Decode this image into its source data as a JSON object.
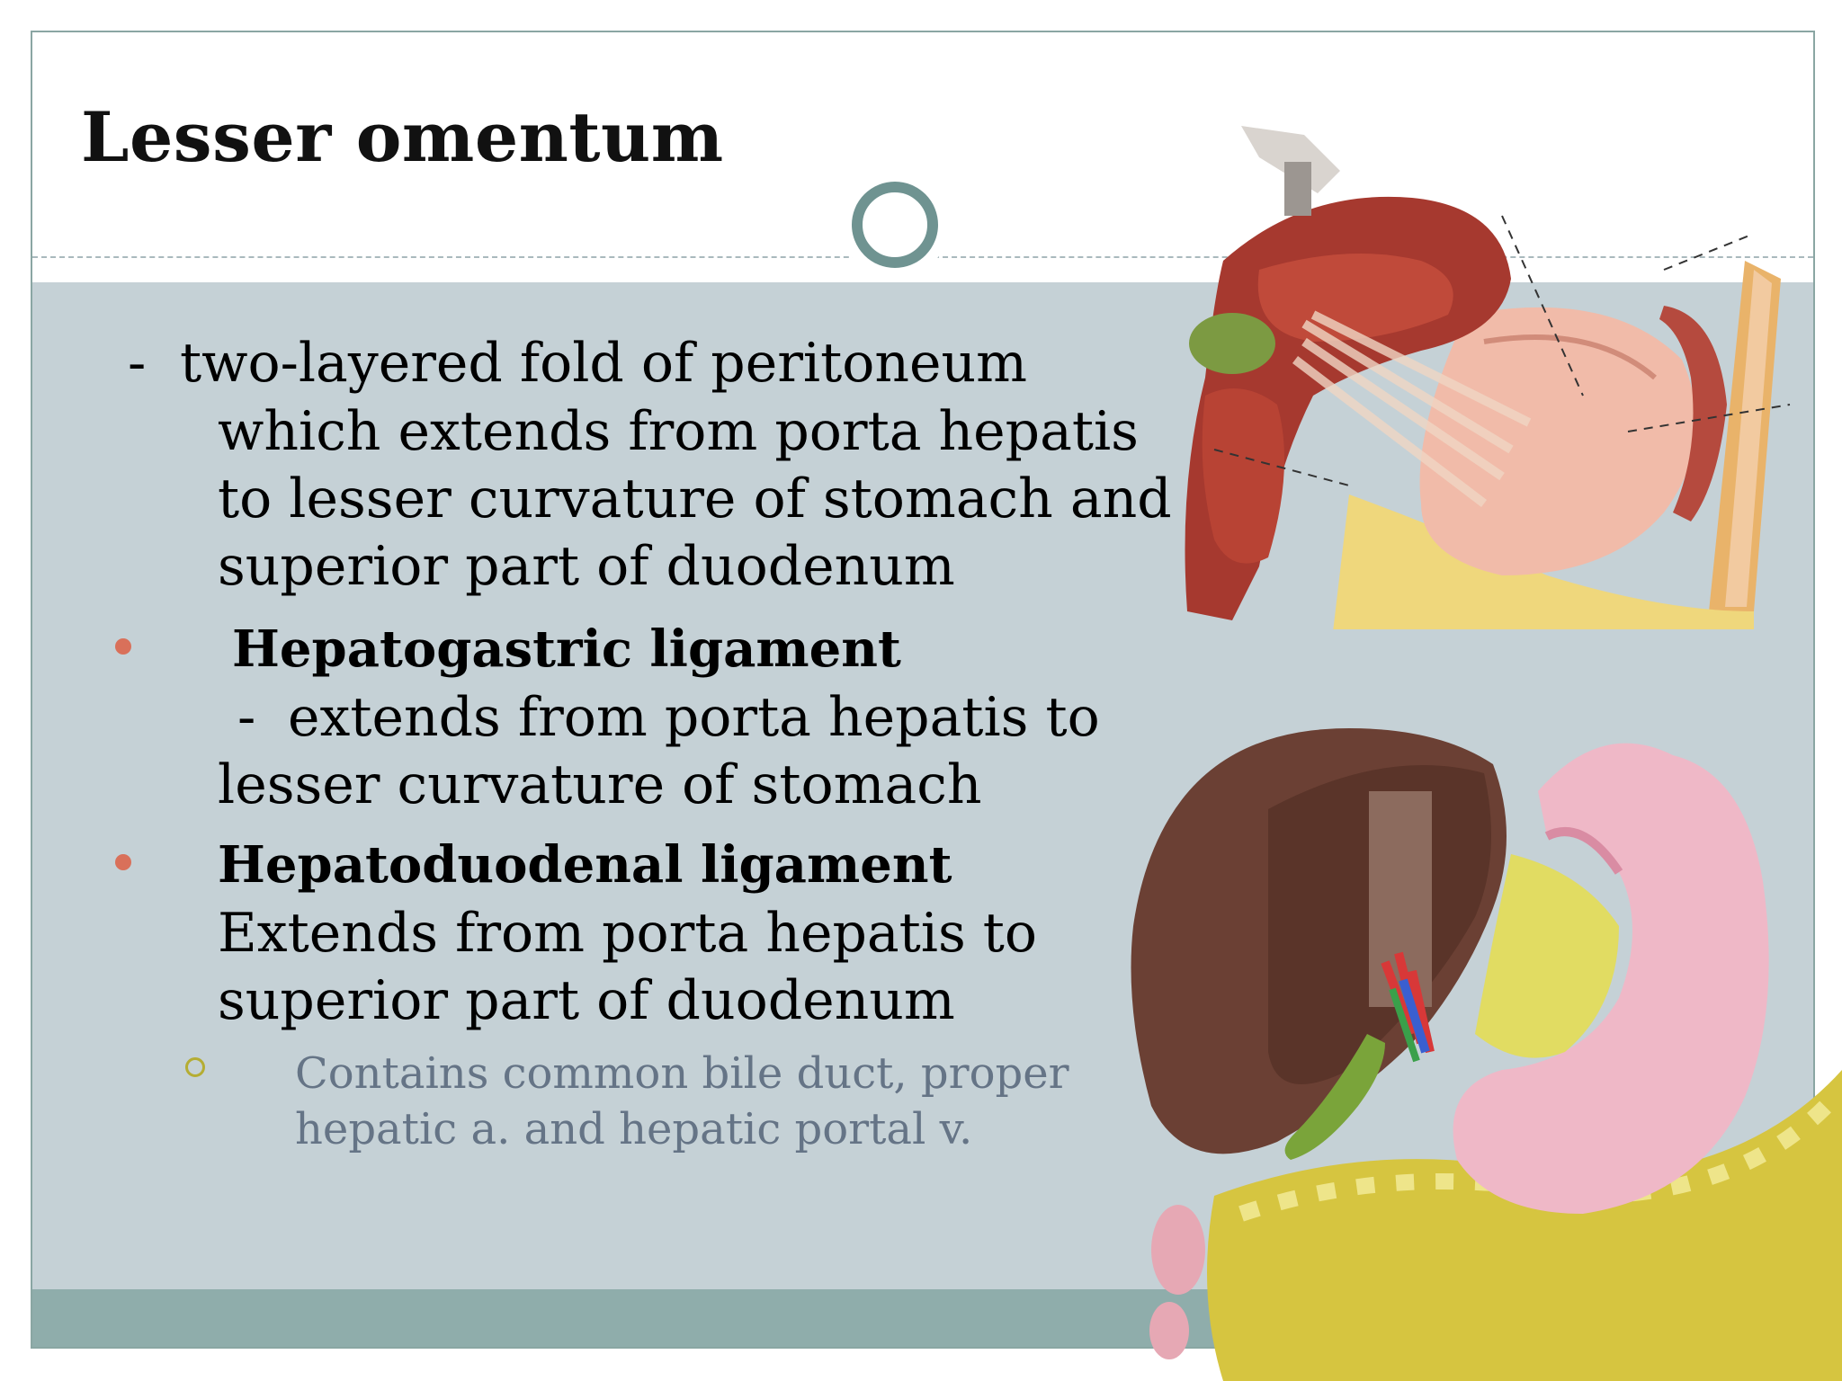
{
  "slide": {
    "title": "Lesser omentum",
    "intro": {
      "marker": "-",
      "lines": [
        "two-layered fold of peritoneum",
        "which extends from porta hepatis",
        "to   lesser curvature of stomach and",
        "superior part of duodenum"
      ]
    },
    "bullets": [
      {
        "heading": "Hepatogastric ligament",
        "marker": "-",
        "lines": [
          "extends from porta hepatis to",
          "lesser curvature of stomach"
        ]
      },
      {
        "heading": "Hepatoduodenal ligament",
        "lines": [
          "Extends from porta hepatis to",
          "superior part of duodenum"
        ],
        "sub": {
          "lines": [
            "Contains common bile duct, proper",
            "hepatic a. and hepatic portal v."
          ]
        }
      }
    ]
  },
  "colors": {
    "content_band": "#c5d1d6",
    "footer_band": "#8fadab",
    "bullet": "#d9705a",
    "sub_bullet": "#b5ad33",
    "sub_text": "#657486"
  }
}
